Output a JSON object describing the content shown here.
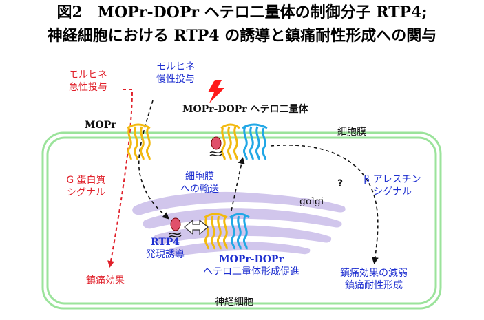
{
  "title": {
    "line1": "図2　MOPr-DOPr ヘテロ二量体の制御分子 RTP4;",
    "line2": "神経細胞における RTP4 の誘導と鎮痛耐性形成への関与"
  },
  "labels": {
    "acute_line1": "モルヒネ",
    "acute_line2": "急性投与",
    "chronic_line1": "モルヒネ",
    "chronic_line2": "慢性投与",
    "mopr": "MOPr",
    "heterodimer": "MOPr-DOPr ヘテロ二量体",
    "membrane": "細胞膜",
    "gprotein_line1": "G 蛋白質",
    "gprotein_line2": "シグナル",
    "transport_line1": "細胞膜",
    "transport_line2": "への輸送",
    "question": "?",
    "arrestin_line1": "β アレスチン",
    "arrestin_line2": "シグナル",
    "golgi": "golgi",
    "rtp4_line1": "RTP4",
    "rtp4_line2": "発現誘導",
    "promote_line1": "MOPr-DOPr",
    "promote_line2": "ヘテロ二量体形成促進",
    "analgesia": "鎮痛効果",
    "reduce_line1": "鎮痛効果の減弱",
    "reduce_line2": "鎮痛耐性形成",
    "neuron": "神経細胞"
  },
  "colors": {
    "red": "#e0202a",
    "blue": "#1e2fd0",
    "membrane_green": "#9be39b",
    "golgi_lavender": "#c9bde9",
    "receptor_yellow": "#f2b90f",
    "receptor_blue": "#21a7e6",
    "rtp4_red": "#e0506a"
  }
}
